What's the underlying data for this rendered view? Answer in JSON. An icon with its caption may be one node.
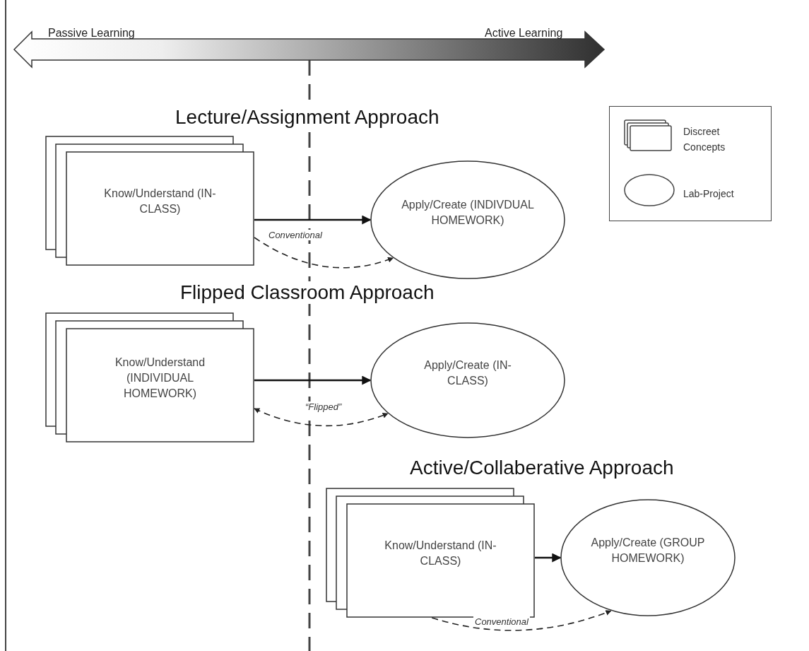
{
  "diagram": {
    "nodes": [
      {
        "text": [
          "Know/Understand (IN-CLASS)"
        ]
      },
      {
        "text": [
          "Apply/Create (INDIVDUAL HOMEWORK)"
        ]
      },
      {
        "text": [
          "Know/Understand (INDIVIDUAL HOMEWORK)"
        ]
      },
      {
        "text": [
          "Apply/Create (IN-CLASS)"
        ]
      },
      {
        "text": [
          "Know/Understand (IN-CLASS)"
        ]
      },
      {
        "text": [
          "Apply/Create (GROUP HOMEWORK)"
        ]
      }
    ],
    "edges": [
      {
        "from": 0,
        "to": 1,
        "arrow": "to"
      },
      {
        "from": 0,
        "to": 1,
        "arrow": "to",
        "style": "dashed",
        "label": "Conventional"
      },
      {
        "from": 2,
        "to": 3,
        "arrow": "to"
      },
      {
        "from": 2,
        "to": 3,
        "arrow": "both",
        "style": "dashed",
        "label": "“Flipped”"
      },
      {
        "from": 4,
        "to": 5,
        "arrow": "to"
      },
      {
        "from": 4,
        "to": 5,
        "arrow": "to",
        "style": "dashed",
        "label": "Conventional"
      }
    ],
    "labels": [
      "Passive Learning",
      "Active Learning",
      "Lecture/Assignment Approach",
      "Flipped Classroom Approach",
      "Active/Collaberative Approach"
    ],
    "legend": [
      {
        "text": "Discreet Concepts"
      },
      {
        "text": "Lab-Project"
      }
    ]
  }
}
